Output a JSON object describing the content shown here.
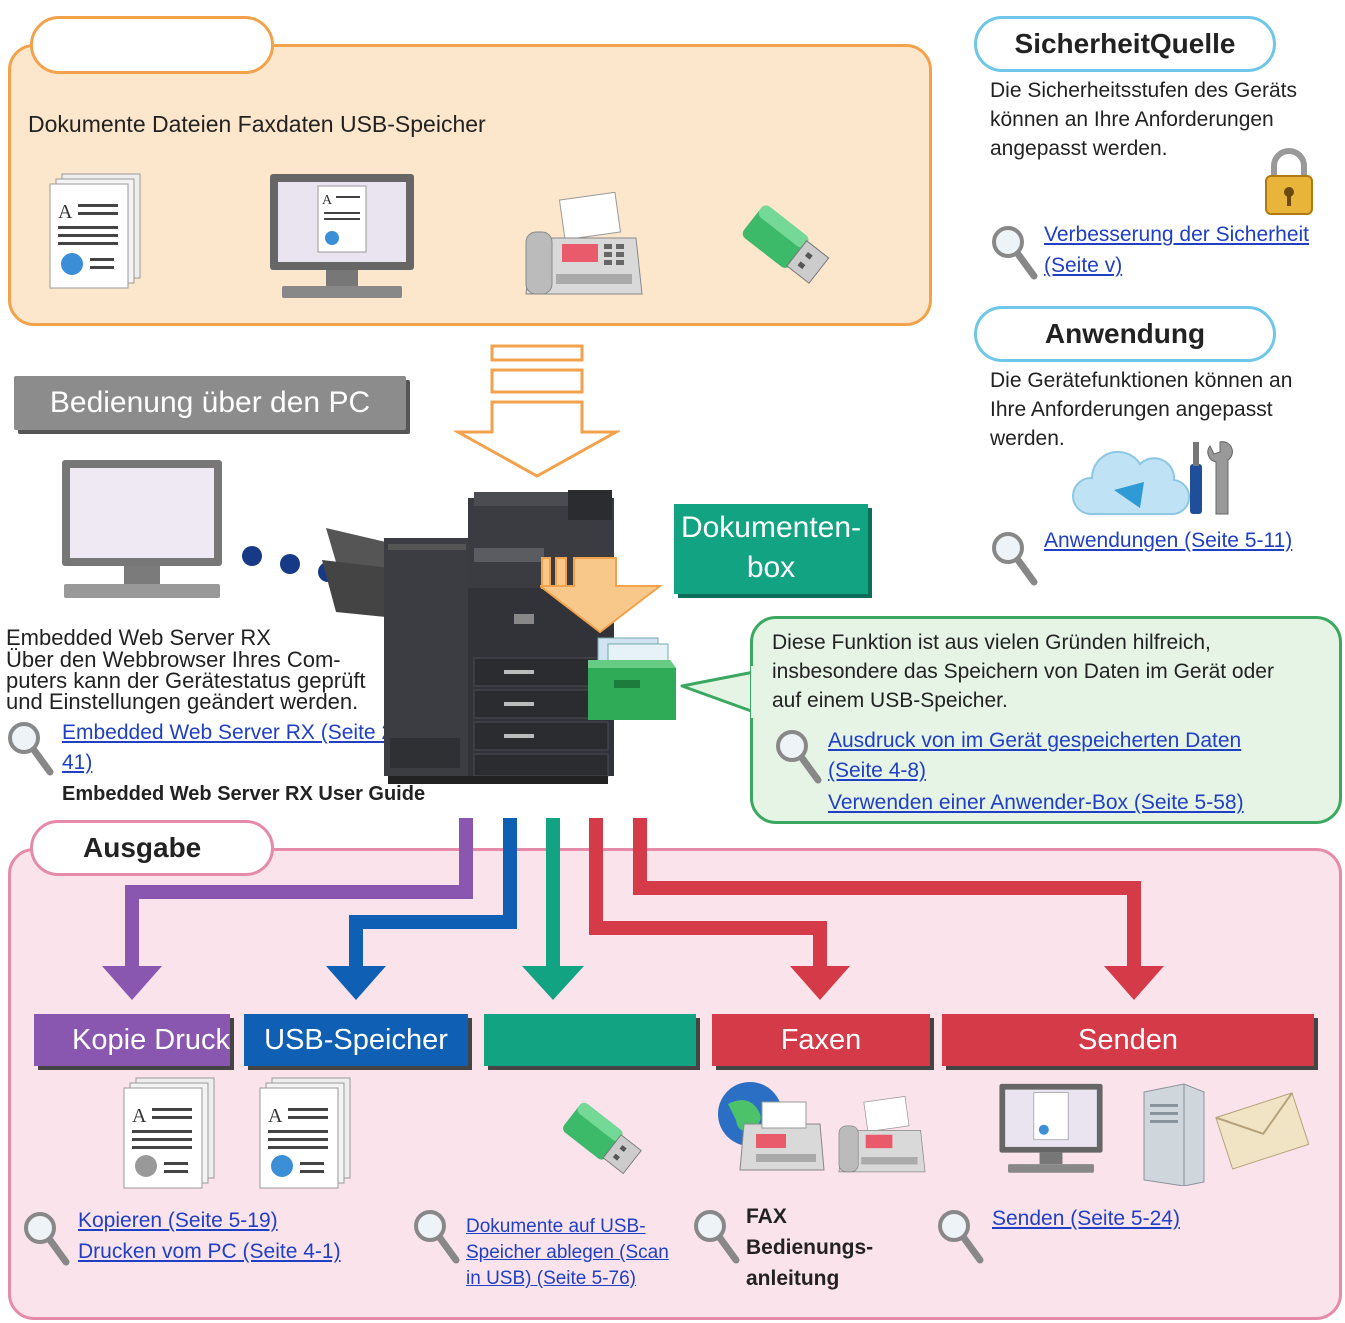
{
  "input_panel": {
    "tab_label": "",
    "items_text": "Dokumente Dateien Faxdaten USB-Speicher"
  },
  "pc_operation": {
    "label": "Bedienung über den PC",
    "ews_title": "Embedded Web Server RX",
    "ews_desc_1": "Über den Webbrowser Ihres Com-",
    "ews_desc_2": "puters kann der Gerätestatus geprüft",
    "ews_desc_3": "und Einstellungen geändert werden.",
    "link_1a": "Embedded Web Server RX (Seite 2-",
    "link_1b": "41)",
    "guide": "Embedded Web Server RX User Guide"
  },
  "security": {
    "title": "SicherheitQuelle",
    "desc_1": "Die Sicherheitsstufen des Geräts",
    "desc_2": "können an Ihre Anforderungen",
    "desc_3": "angepasst werden.",
    "link_a": "Verbesserung der Sicherheit",
    "link_b": "(Seite v)"
  },
  "application": {
    "title": "Anwendung",
    "desc_1": "Die Gerätefunktionen können an",
    "desc_2": "Ihre Anforderungen angepasst",
    "desc_3": "werden.",
    "link": "Anwendungen (Seite 5-11)"
  },
  "docbox": {
    "label_1": "Dokumenten-",
    "label_2": "box",
    "callout_1": "Diese Funktion ist aus vielen Gründen hilfreich,",
    "callout_2": "insbesondere das Speichern von Daten im Gerät oder",
    "callout_3": "auf einem USB-Speicher.",
    "link_1a": "Ausdruck von im Gerät gespeicherten Daten",
    "link_1b": "(Seite 4-8)",
    "link_2": "Verwenden einer Anwender-Box (Seite 5-58)"
  },
  "output": {
    "title": "Ausgabe",
    "bars": [
      {
        "label": "Kopie Druck",
        "color": "#8a57b0"
      },
      {
        "label": "USB-Speicher",
        "color": "#0f5fb4"
      },
      {
        "label": "",
        "color": "#12a383"
      },
      {
        "label": "Faxen",
        "color": "#d43a48"
      },
      {
        "label": "Senden",
        "color": "#d43a48"
      }
    ],
    "copy_link_1": "Kopieren (Seite 5-19)",
    "copy_link_2": "Drucken vom PC (Seite 4-1)",
    "usb_link_1": "Dokumente auf USB-",
    "usb_link_2": "Speicher ablegen (Scan",
    "usb_link_3": "in USB) (Seite 5-76)",
    "fax_1": "FAX",
    "fax_2": "Bedienungs-",
    "fax_3": "anleitung",
    "send_link": "Senden (Seite 5-24)"
  },
  "colors": {
    "input_fill": "#fde7cc",
    "input_border": "#f3a24c",
    "output_fill": "#fbe3ec",
    "output_border": "#e58aa8",
    "callout_fill": "#e6f4e6",
    "callout_border": "#3aa860",
    "tab_border_blue": "#6ec6e8"
  }
}
